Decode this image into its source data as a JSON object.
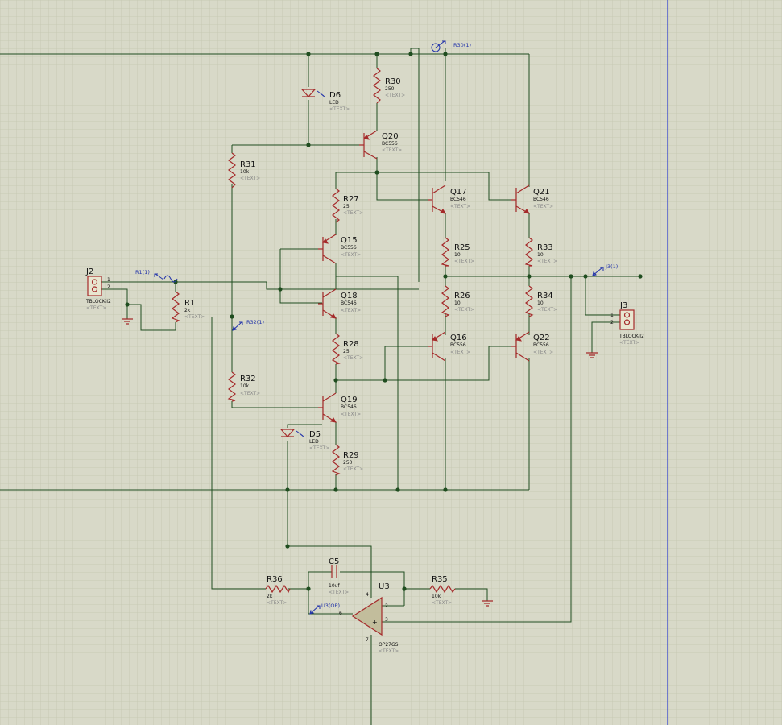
{
  "schematic": {
    "components": [
      {
        "id": "D6",
        "ref": "D6",
        "value": "LED",
        "text": "<TEXT>"
      },
      {
        "id": "R30",
        "ref": "R30",
        "value": "250",
        "text": "<TEXT>"
      },
      {
        "id": "Q20",
        "ref": "Q20",
        "value": "BC556",
        "text": "<TEXT>"
      },
      {
        "id": "R31",
        "ref": "R31",
        "value": "10k",
        "text": "<TEXT>"
      },
      {
        "id": "Q17",
        "ref": "Q17",
        "value": "BC546",
        "text": "<TEXT>"
      },
      {
        "id": "Q21",
        "ref": "Q21",
        "value": "BC546",
        "text": "<TEXT>"
      },
      {
        "id": "R27",
        "ref": "R27",
        "value": "25",
        "text": "<TEXT>"
      },
      {
        "id": "Q15",
        "ref": "Q15",
        "value": "BC556",
        "text": "<TEXT>"
      },
      {
        "id": "R25",
        "ref": "R25",
        "value": "10",
        "text": "<TEXT>"
      },
      {
        "id": "R33",
        "ref": "R33",
        "value": "10",
        "text": "<TEXT>"
      },
      {
        "id": "J2",
        "ref": "J2",
        "value": "TBLOCK-I2",
        "text": "<TEXT>"
      },
      {
        "id": "R1",
        "ref": "R1",
        "value": "2k",
        "text": "<TEXT>"
      },
      {
        "id": "Q18",
        "ref": "Q18",
        "value": "BC546",
        "text": "<TEXT>"
      },
      {
        "id": "R26",
        "ref": "R26",
        "value": "10",
        "text": "<TEXT>"
      },
      {
        "id": "R34",
        "ref": "R34",
        "value": "10",
        "text": "<TEXT>"
      },
      {
        "id": "J3",
        "ref": "J3",
        "value": "TBLOCK-I2",
        "text": "<TEXT>"
      },
      {
        "id": "R28",
        "ref": "R28",
        "value": "25",
        "text": "<TEXT>"
      },
      {
        "id": "Q16",
        "ref": "Q16",
        "value": "BC556",
        "text": "<TEXT>"
      },
      {
        "id": "Q22",
        "ref": "Q22",
        "value": "BC556",
        "text": "<TEXT>"
      },
      {
        "id": "R32",
        "ref": "R32",
        "value": "10k",
        "text": "<TEXT>"
      },
      {
        "id": "Q19",
        "ref": "Q19",
        "value": "BC546",
        "text": "<TEXT>"
      },
      {
        "id": "D5",
        "ref": "D5",
        "value": "LED",
        "text": "<TEXT>"
      },
      {
        "id": "R29",
        "ref": "R29",
        "value": "250",
        "text": "<TEXT>"
      },
      {
        "id": "C5",
        "ref": "C5",
        "value": "10uf",
        "text": "<TEXT>"
      },
      {
        "id": "U3",
        "ref": "U3",
        "value": "OP27GS",
        "text": "<TEXT>"
      },
      {
        "id": "R36",
        "ref": "R36",
        "value": "2k",
        "text": "<TEXT>"
      },
      {
        "id": "R35",
        "ref": "R35",
        "value": "10k",
        "text": "<TEXT>"
      }
    ],
    "probes": {
      "r30": "R30(1)",
      "r1": "R1(1)",
      "r32": "R32(1)",
      "j3": "J3(1)",
      "u3": "U3(OP)"
    },
    "pins": {
      "j2_1": "1",
      "j2_2": "2",
      "j3_1": "1",
      "j3_2": "2",
      "u3_2": "2",
      "u3_3": "3",
      "u3_4": "4",
      "u3_6": "6",
      "u3_7": "7"
    },
    "colors": {
      "background": "#d8d9c8",
      "grid_minor": "#c3c6b0",
      "wire": "#1f4d1f",
      "component": "#a52a2a",
      "probe": "#2233aa"
    }
  }
}
